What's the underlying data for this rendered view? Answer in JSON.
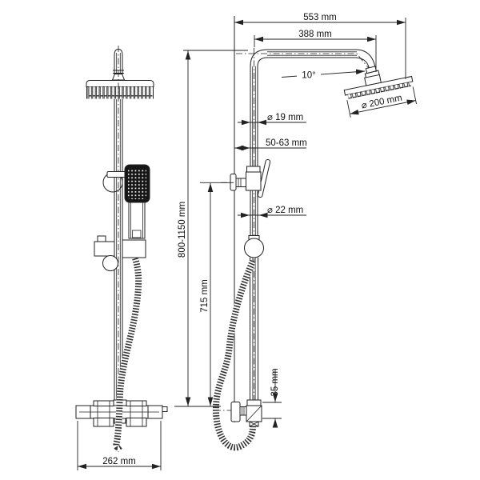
{
  "meta": {
    "type": "technical-dimension-drawing",
    "subject": "thermostatic shower column with overhead rain shower and hand shower",
    "views": {
      "front": "front view",
      "side": "side view"
    }
  },
  "colors": {
    "ink": "#222222",
    "paper": "#ffffff",
    "handset_face": "#161616"
  },
  "dims": {
    "total_width": "553 mm",
    "arm_reach": "388 mm",
    "head_tilt": "10°",
    "head_diameter": "⌀ 200 mm",
    "upper_pipe_diameter": "⌀ 19 mm",
    "wall_clearance": "50-63 mm",
    "lower_pipe_diameter": "⌀ 22 mm",
    "column_height": "800-1150 mm",
    "lower_section_height": "715 mm",
    "outlet_offset": "35 mm",
    "mixer_width": "262 mm"
  }
}
